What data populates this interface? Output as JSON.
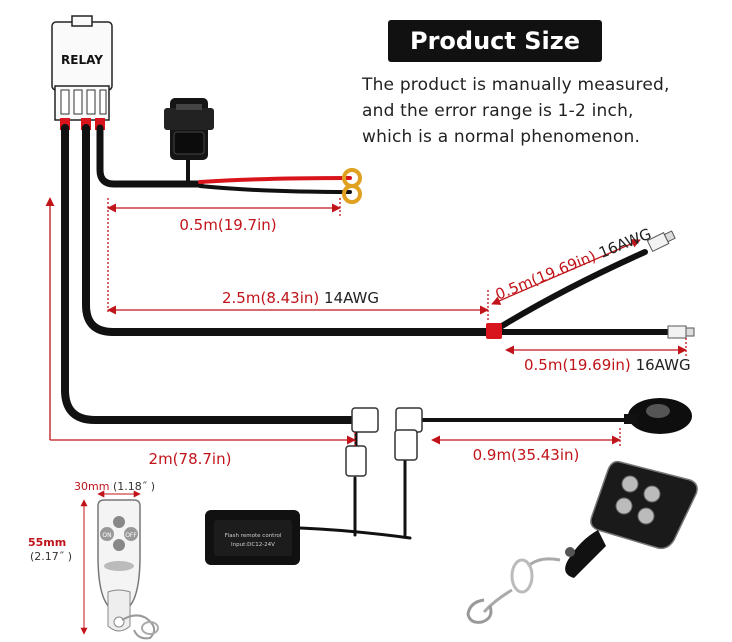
{
  "title": "Product Size",
  "note": [
    "The product is manually measured,",
    "and the error range is 1-2 inch,",
    "which is a normal phenomenon."
  ],
  "relay_label": "RELAY",
  "dimensions": {
    "switch_power": {
      "value": "0.5m(19.7in)"
    },
    "main_harness": {
      "value": "2.5m(8.43in)",
      "gauge": "14AWG"
    },
    "branch_upper": {
      "value": "0.5m(19.69in)",
      "gauge": "16AWG"
    },
    "branch_lower": {
      "value": "0.5m(19.69in)",
      "gauge": "16AWG"
    },
    "switch_cable": {
      "value": "2m(78.7in)"
    },
    "controller_cable": {
      "value": "0.9m(35.43in)"
    }
  },
  "remote_size": {
    "width": "30mm",
    "width_in": "(1.18˝ )",
    "height": "55mm",
    "height_in": "(2.17˝ )"
  },
  "remote_buttons": {
    "on": "ON",
    "off": "OFF"
  },
  "controller_box": {
    "line1": "Flash remote control",
    "line2": "Input:DC12-24V"
  },
  "colors": {
    "dimension": "#c0141a",
    "wire": "#111111",
    "red_wire": "#d8141c",
    "title_bg": "#111111"
  }
}
